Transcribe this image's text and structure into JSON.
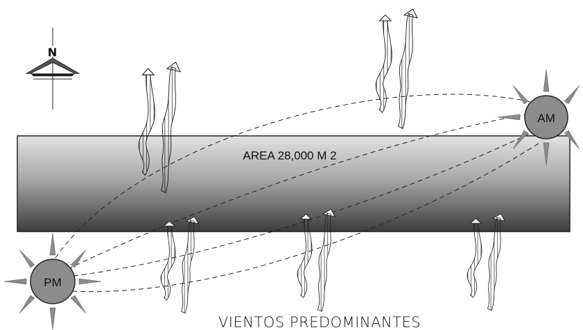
{
  "site": {
    "area_label": "AREA 28,000 M 2"
  },
  "sun": {
    "morning_label": "AM",
    "evening_label": "PM"
  },
  "winds": {
    "caption": "VIENTOS PREDOMINANTES"
  },
  "compass": {
    "north_letter": "N"
  },
  "colors": {
    "plot_gradient_dark": "#4a4a4a",
    "plot_gradient_light": "#d6d6d6",
    "sun_fill": "#8c8c8c",
    "sun_ray": "#8c8c8c",
    "line": "#222222"
  }
}
